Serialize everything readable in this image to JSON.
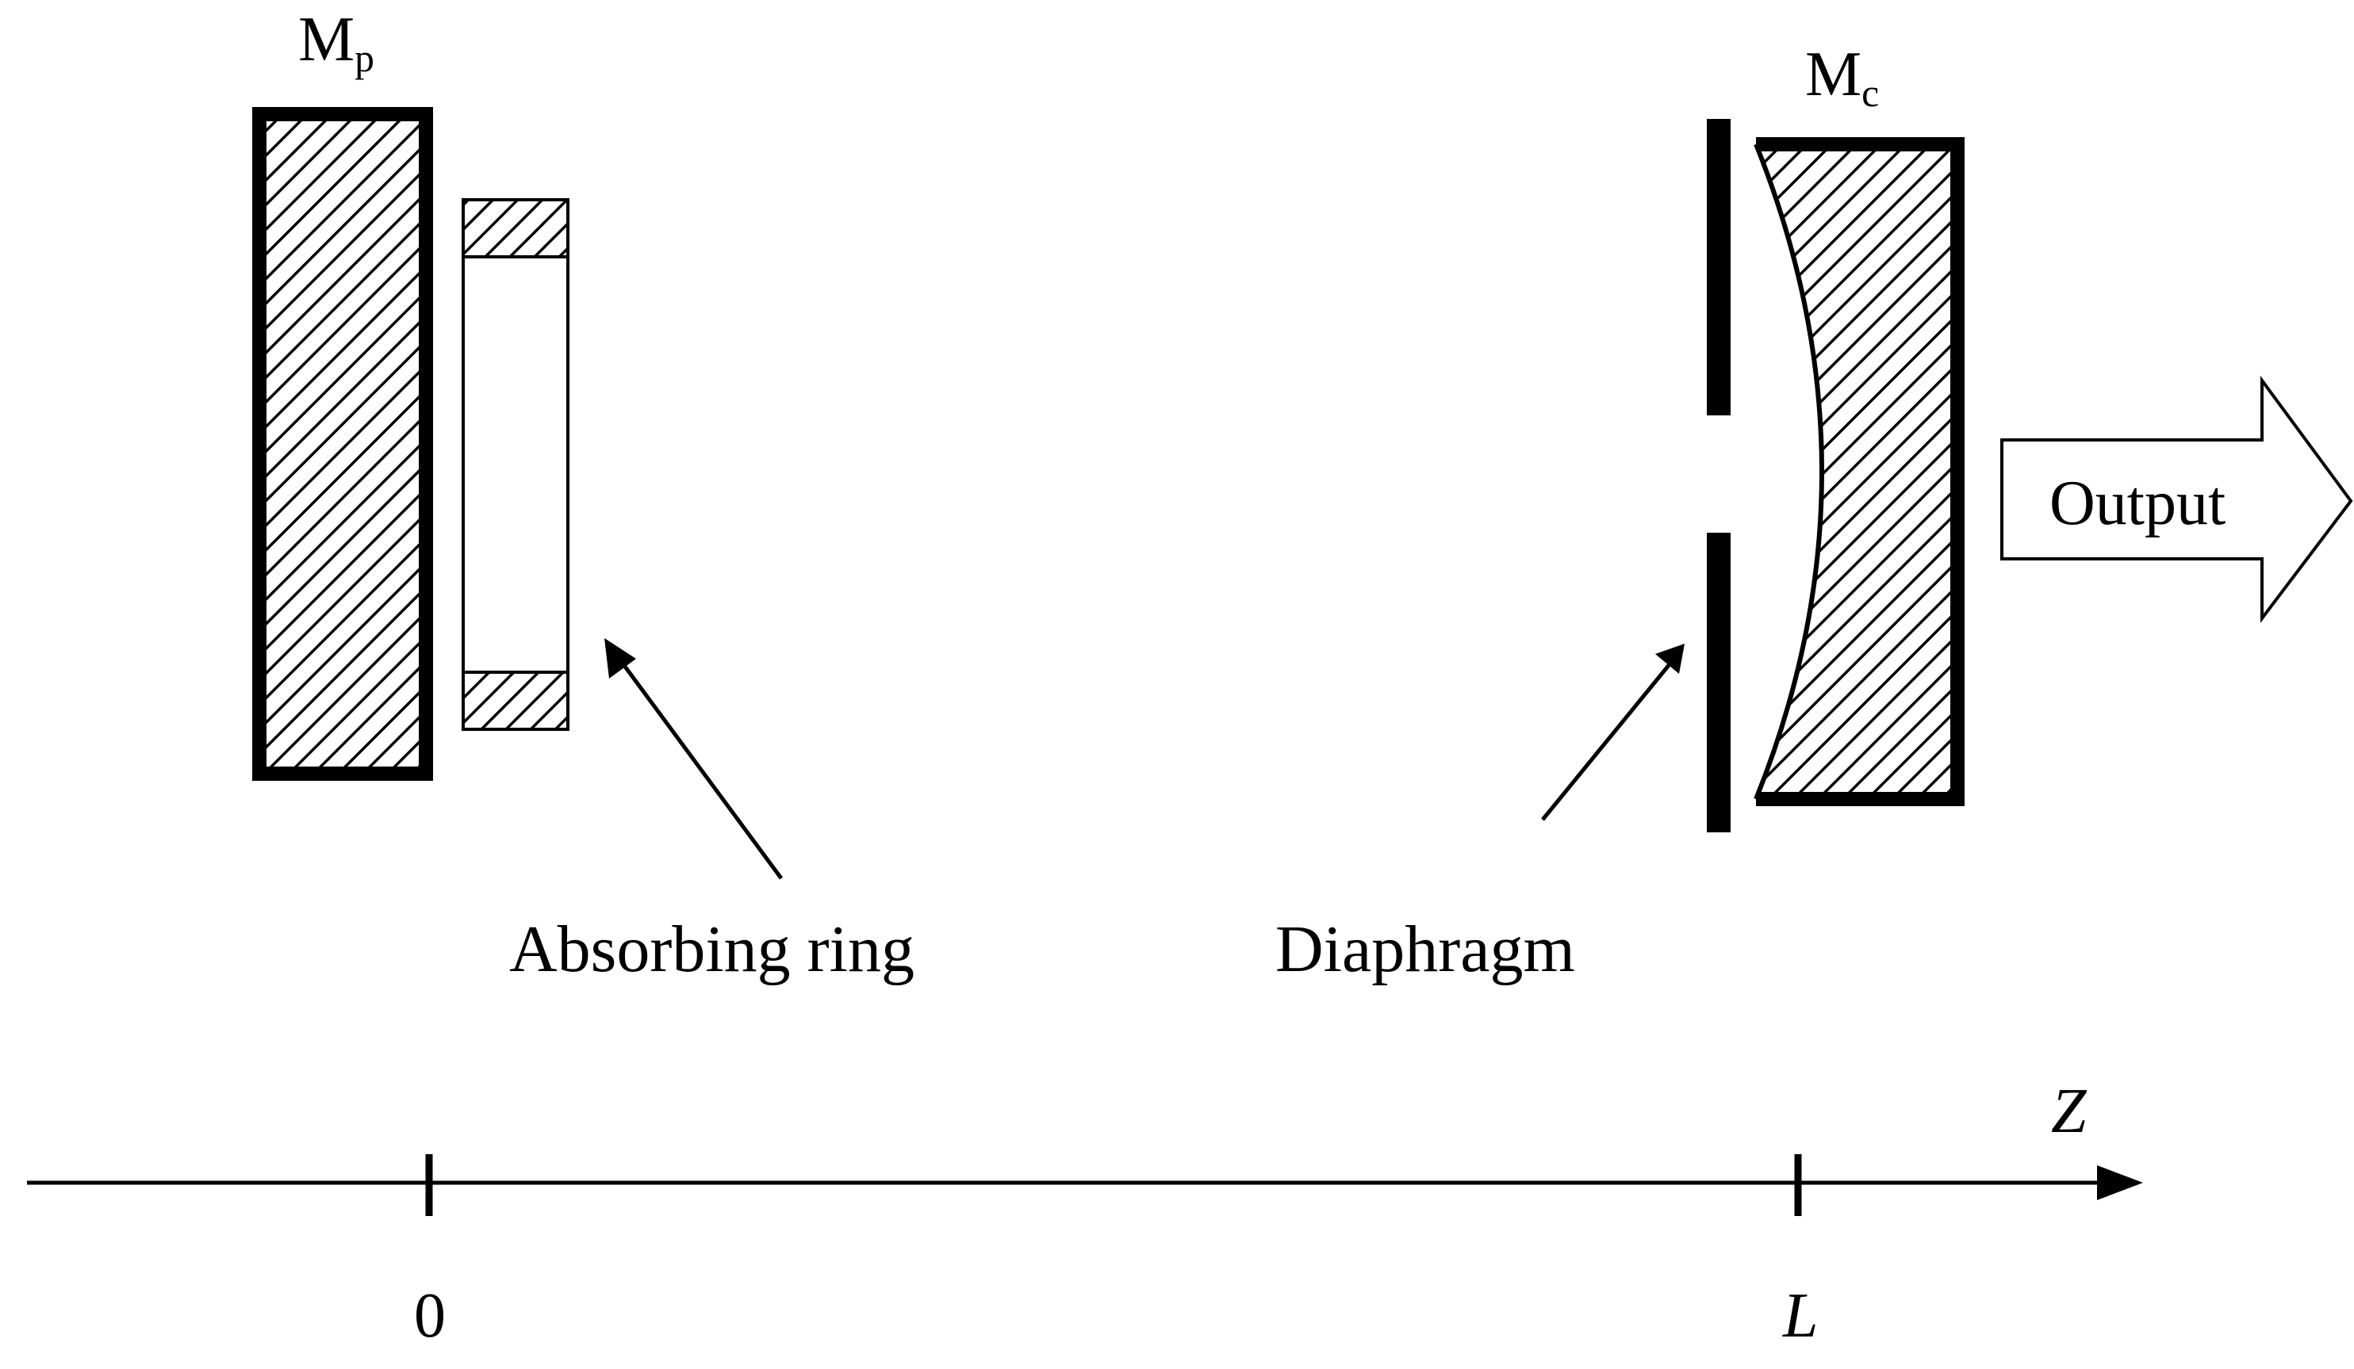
{
  "colors": {
    "ink": "#000000",
    "background": "#ffffff"
  },
  "labels": {
    "plane_mirror": {
      "main": "M",
      "sub": "p"
    },
    "curved_mirror": {
      "main": "M",
      "sub": "c"
    },
    "output": "Output",
    "absorbing_ring": "Absorbing ring",
    "diaphragm": "Diaphragm"
  },
  "axis": {
    "name": "Z",
    "ticks": [
      "0",
      "L"
    ]
  }
}
